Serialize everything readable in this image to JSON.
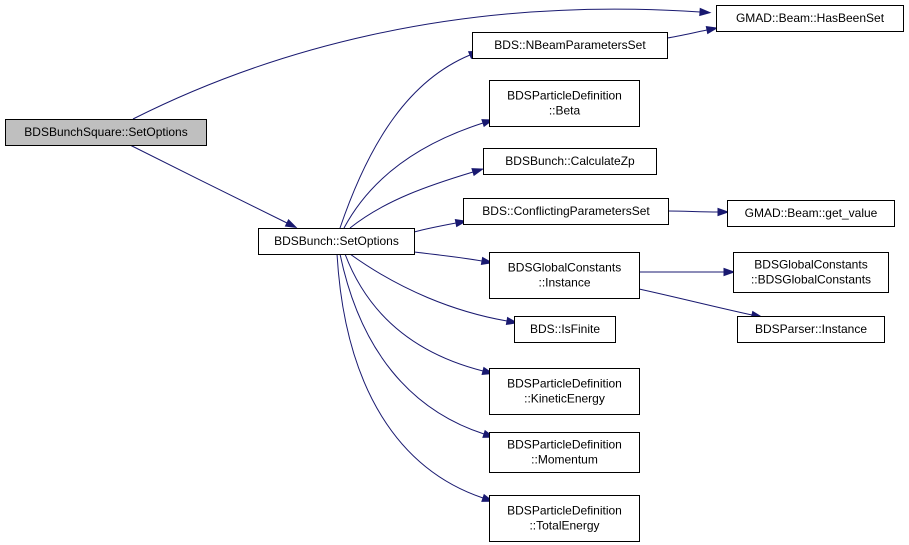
{
  "graph": {
    "colors": {
      "edge": "#191970",
      "root_fill": "#bfbfbf",
      "node_fill": "#ffffff",
      "node_stroke": "#000000"
    },
    "nodes": {
      "squareSetOptions": {
        "lines": [
          "BDSBunchSquare::SetOptions"
        ]
      },
      "bunchSetOptions": {
        "lines": [
          "BDSBunch::SetOptions"
        ]
      },
      "hasBeenSet": {
        "lines": [
          "GMAD::Beam::HasBeenSet"
        ]
      },
      "nBeamParams": {
        "lines": [
          "BDS::NBeamParametersSet"
        ]
      },
      "beta": {
        "lines": [
          "BDSParticleDefinition",
          "::Beta"
        ]
      },
      "calculateZp": {
        "lines": [
          "BDSBunch::CalculateZp"
        ]
      },
      "conflicting": {
        "lines": [
          "BDS::ConflictingParametersSet"
        ]
      },
      "getValue": {
        "lines": [
          "GMAD::Beam::get_value"
        ]
      },
      "gcInstance": {
        "lines": [
          "BDSGlobalConstants",
          "::Instance"
        ]
      },
      "gcCtor": {
        "lines": [
          "BDSGlobalConstants",
          "::BDSGlobalConstants"
        ]
      },
      "isFinite": {
        "lines": [
          "BDS::IsFinite"
        ]
      },
      "parserInstance": {
        "lines": [
          "BDSParser::Instance"
        ]
      },
      "kinetic": {
        "lines": [
          "BDSParticleDefinition",
          "::KineticEnergy"
        ]
      },
      "momentum": {
        "lines": [
          "BDSParticleDefinition",
          "::Momentum"
        ]
      },
      "totalEnergy": {
        "lines": [
          "BDSParticleDefinition",
          "::TotalEnergy"
        ]
      }
    },
    "edges": [
      {
        "from": "squareSetOptions",
        "to": "hasBeenSet"
      },
      {
        "from": "squareSetOptions",
        "to": "bunchSetOptions"
      },
      {
        "from": "bunchSetOptions",
        "to": "nBeamParams"
      },
      {
        "from": "bunchSetOptions",
        "to": "beta"
      },
      {
        "from": "bunchSetOptions",
        "to": "calculateZp"
      },
      {
        "from": "bunchSetOptions",
        "to": "conflicting"
      },
      {
        "from": "bunchSetOptions",
        "to": "gcInstance"
      },
      {
        "from": "bunchSetOptions",
        "to": "isFinite"
      },
      {
        "from": "bunchSetOptions",
        "to": "kinetic"
      },
      {
        "from": "bunchSetOptions",
        "to": "momentum"
      },
      {
        "from": "bunchSetOptions",
        "to": "totalEnergy"
      },
      {
        "from": "nBeamParams",
        "to": "hasBeenSet"
      },
      {
        "from": "conflicting",
        "to": "getValue"
      },
      {
        "from": "gcInstance",
        "to": "gcCtor"
      },
      {
        "from": "gcInstance",
        "to": "parserInstance"
      }
    ]
  }
}
